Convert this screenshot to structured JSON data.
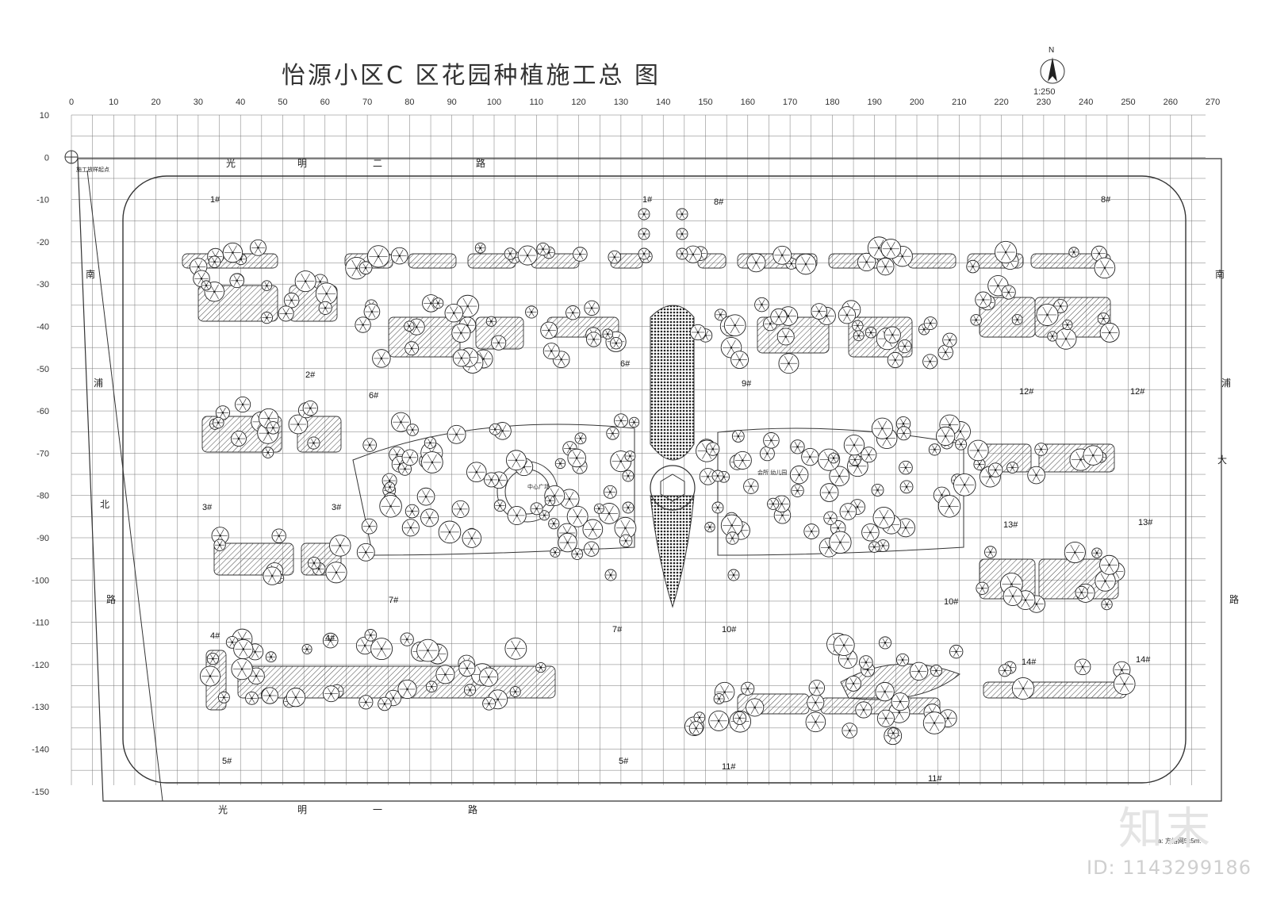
{
  "title": "怡源小区C 区花园种植施工总 图",
  "scale": "1:250",
  "north": "N",
  "x_ticks": [
    "0",
    "10",
    "20",
    "30",
    "40",
    "50",
    "60",
    "70",
    "80",
    "90",
    "100",
    "110",
    "120",
    "130",
    "140",
    "150",
    "160",
    "170",
    "180",
    "190",
    "200",
    "210",
    "220",
    "230",
    "240",
    "250",
    "260",
    "270"
  ],
  "y_ticks": [
    "10",
    "0",
    "-10",
    "-20",
    "-30",
    "-40",
    "-50",
    "-60",
    "-70",
    "-80",
    "-90",
    "-100",
    "-110",
    "-120",
    "-130",
    "-140",
    "-150"
  ],
  "origin_label": "施工放样起点",
  "roads": {
    "top": [
      "光",
      "明",
      "二",
      "路"
    ],
    "bottom": [
      "光",
      "明",
      "一",
      "路"
    ],
    "left": [
      "南",
      "浦",
      "北",
      "路"
    ],
    "right": [
      "南",
      "浦",
      "大",
      "路"
    ]
  },
  "buildings": [
    "1#",
    "1#",
    "8#",
    "8#",
    "2#",
    "6#",
    "6#",
    "9#",
    "12#",
    "12#",
    "3#",
    "3#",
    "13#",
    "13#",
    "4#",
    "4#",
    "7#",
    "7#",
    "10#",
    "10#",
    "14#",
    "14#",
    "5#",
    "5#",
    "11#",
    "11#"
  ],
  "facility_labels": [
    "会所 幼儿园",
    "中心广场"
  ],
  "grid_note": "a: 方格网5x5m.",
  "watermark_brand": "知末",
  "watermark_id": "ID: 1143299186",
  "colors": {
    "line": "#333333",
    "grid": "#777777",
    "hatch": "#444444"
  }
}
